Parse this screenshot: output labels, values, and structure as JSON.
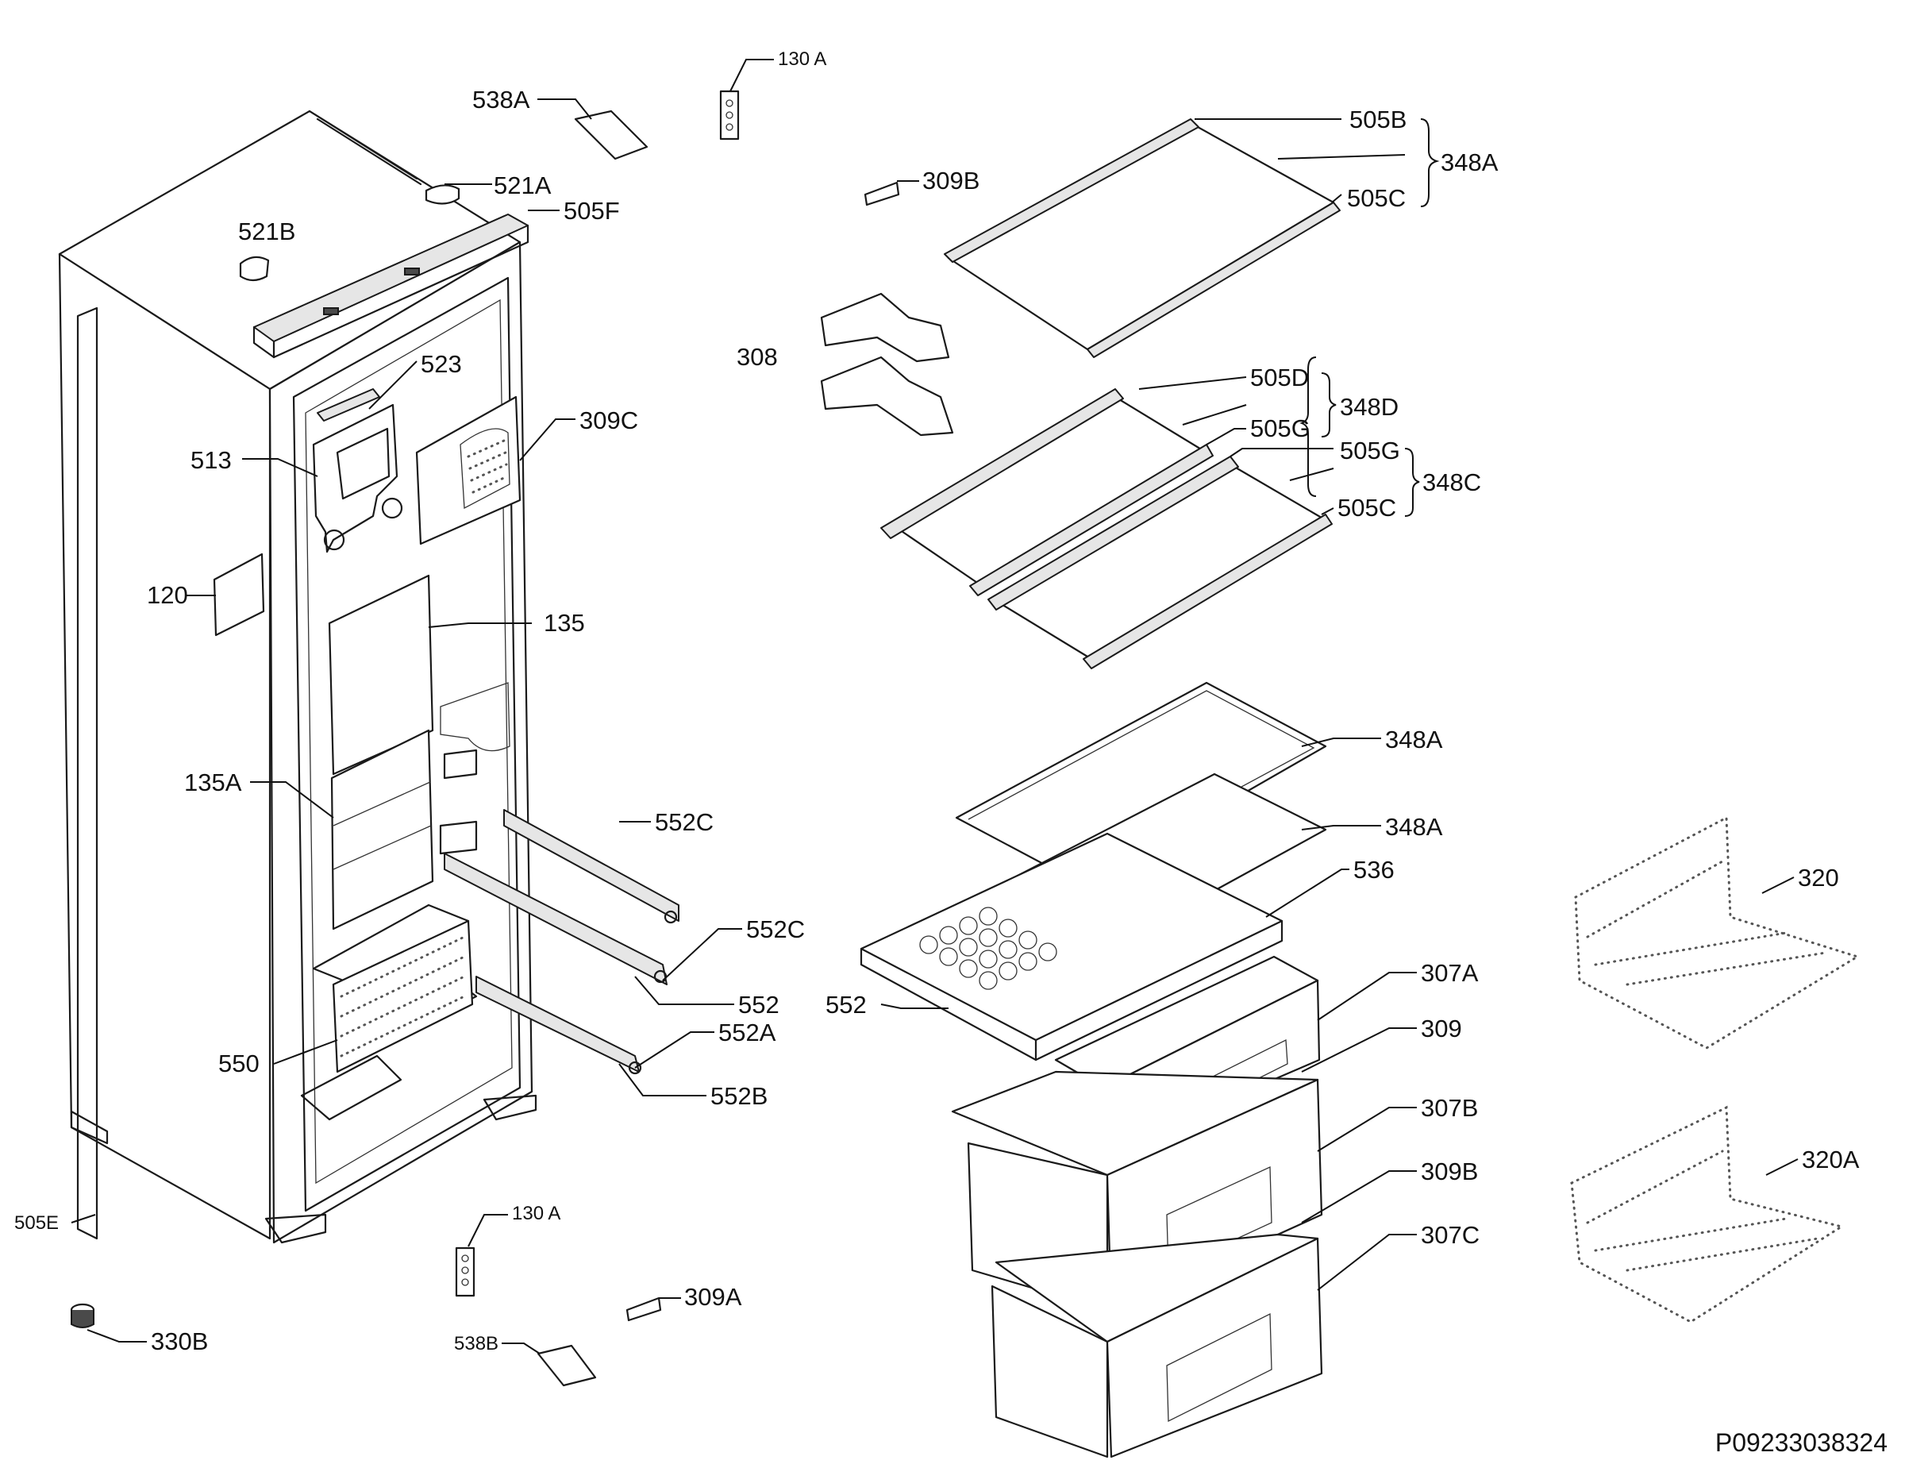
{
  "drawing_code": "P09233038324",
  "labels": {
    "l_130a_top": "130 A",
    "l_538a": "538A",
    "l_521a": "521A",
    "l_521b": "521B",
    "l_505f": "505F",
    "l_523": "523",
    "l_513": "513",
    "l_309c": "309C",
    "l_120": "120",
    "l_135": "135",
    "l_135a": "135A",
    "l_552c_1": "552C",
    "l_552c_2": "552C",
    "l_552_1": "552",
    "l_552a": "552A",
    "l_552b": "552B",
    "l_550": "550",
    "l_505e": "505E",
    "l_330b": "330B",
    "l_130a_bot": "130 A",
    "l_538b": "538B",
    "l_309a": "309A",
    "l_309b_top": "309B",
    "l_308": "308",
    "l_505b": "505B",
    "l_505c_1": "505C",
    "l_348a_1": "348A",
    "l_505d": "505D",
    "l_348d": "348D",
    "l_505g_1": "505G",
    "l_505g_2": "505G",
    "l_348c": "348C",
    "l_505c_2": "505C",
    "l_348a_2": "348A",
    "l_348a_3": "348A",
    "l_536": "536",
    "l_552_2": "552",
    "l_307a": "307A",
    "l_309": "309",
    "l_307b": "307B",
    "l_309b_bot": "309B",
    "l_307c": "307C",
    "l_320": "320",
    "l_320a": "320A"
  }
}
